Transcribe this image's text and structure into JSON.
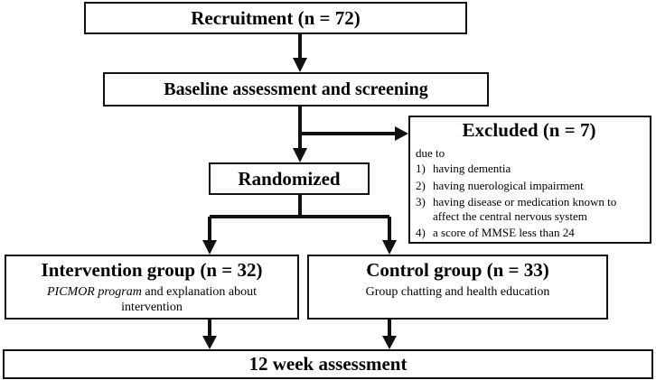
{
  "recruitment": "Recruitment  (n = 72)",
  "baseline": "Baseline assessment and screening",
  "excluded": {
    "title": "Excluded  (n = 7)",
    "due": "due to",
    "reasons": [
      {
        "num": "1)",
        "text": "having dementia"
      },
      {
        "num": "2)",
        "text": "having nuerological impairment"
      },
      {
        "num": "3)",
        "text": "having disease or medication known to affect the central nervous system"
      },
      {
        "num": "4)",
        "text": "a score of MMSE less than 24"
      }
    ]
  },
  "randomized": "Randomized",
  "intervention": {
    "title": "Intervention group  (n = 32)",
    "program": "PICMOR program",
    "desc": " and explanation about intervention"
  },
  "control": {
    "title": "Control group  (n = 33)",
    "desc": "Group chatting and health education"
  },
  "final": "12 week assessment"
}
